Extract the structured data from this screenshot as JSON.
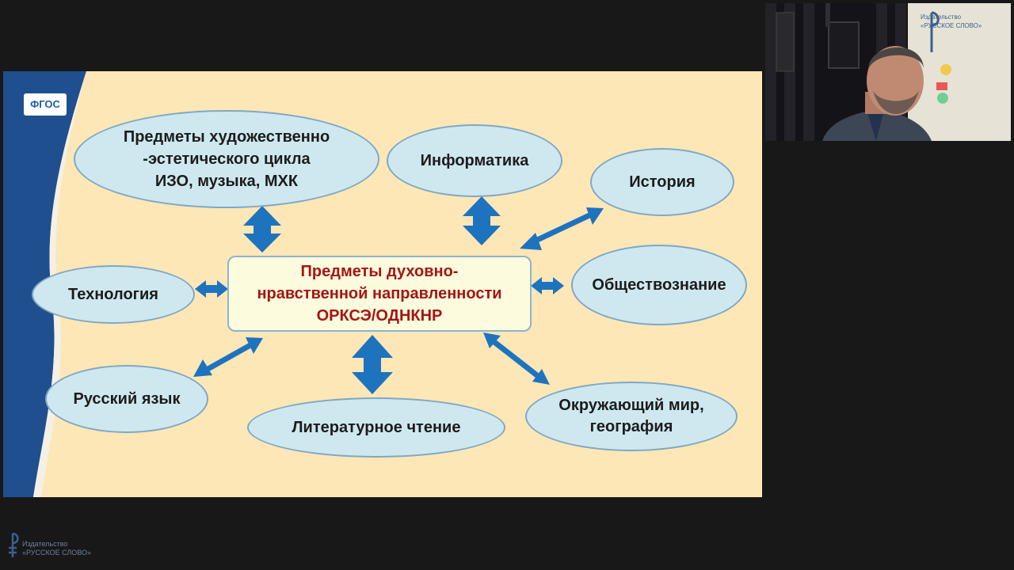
{
  "slide": {
    "badge": "ФГОС",
    "center": {
      "line1": "Предметы духовно-",
      "line2": "нравственной направленности",
      "line3": "ОРКСЭ/ОДНКНР"
    },
    "nodes": {
      "art": {
        "line1": "Предметы художественно",
        "line2": "-эстетического цикла",
        "line3": "ИЗО, музыка, МХК"
      },
      "informatics": "Информатика",
      "history": "История",
      "social": "Обществознание",
      "technology": "Технология",
      "russian": "Русский язык",
      "literature": "Литературное чтение",
      "world": {
        "line1": "Окружающий мир,",
        "line2": "география"
      }
    },
    "colors": {
      "background": "#fde7b6",
      "oval": "#cfe8ef",
      "arrow": "#1e73be",
      "center_text": "#a31616",
      "side_band": "#1f4f8f"
    }
  },
  "webcam": {
    "banner_title_line1": "Издательство",
    "banner_title_line2": "«РУССКОЕ СЛОВО»"
  },
  "footer": {
    "line1": "Издательство",
    "line2": "«РУССКОЕ СЛОВО»"
  }
}
